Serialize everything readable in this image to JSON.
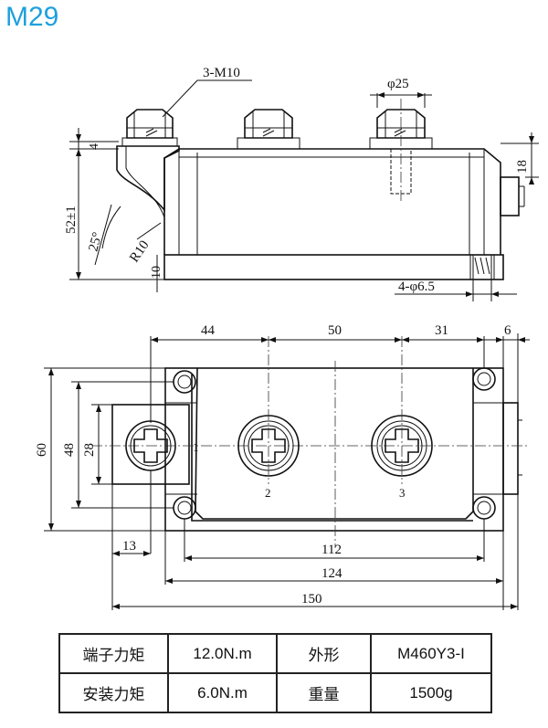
{
  "title": "M29",
  "side_view": {
    "labels": {
      "bolts": "3-M10",
      "phi25": "φ25",
      "dim4": "4",
      "height": "52±1",
      "angle": "25°",
      "radius": "R10",
      "dim10": "10",
      "dim18": "18",
      "holes": "4-φ6.5"
    }
  },
  "top_view": {
    "dims": {
      "d44": "44",
      "d50": "50",
      "d31": "31",
      "d6": "6",
      "d60": "60",
      "d48": "48",
      "d28": "28",
      "d13": "13",
      "d112": "112",
      "d124": "124",
      "d150": "150"
    },
    "terminals": [
      "1",
      "2",
      "3"
    ]
  },
  "spec_table": {
    "rows": [
      [
        "端子力矩",
        "12.0N.m",
        "外形",
        "M460Y3-I"
      ],
      [
        "安装力矩",
        "6.0N.m",
        "重量",
        "1500g"
      ]
    ]
  }
}
